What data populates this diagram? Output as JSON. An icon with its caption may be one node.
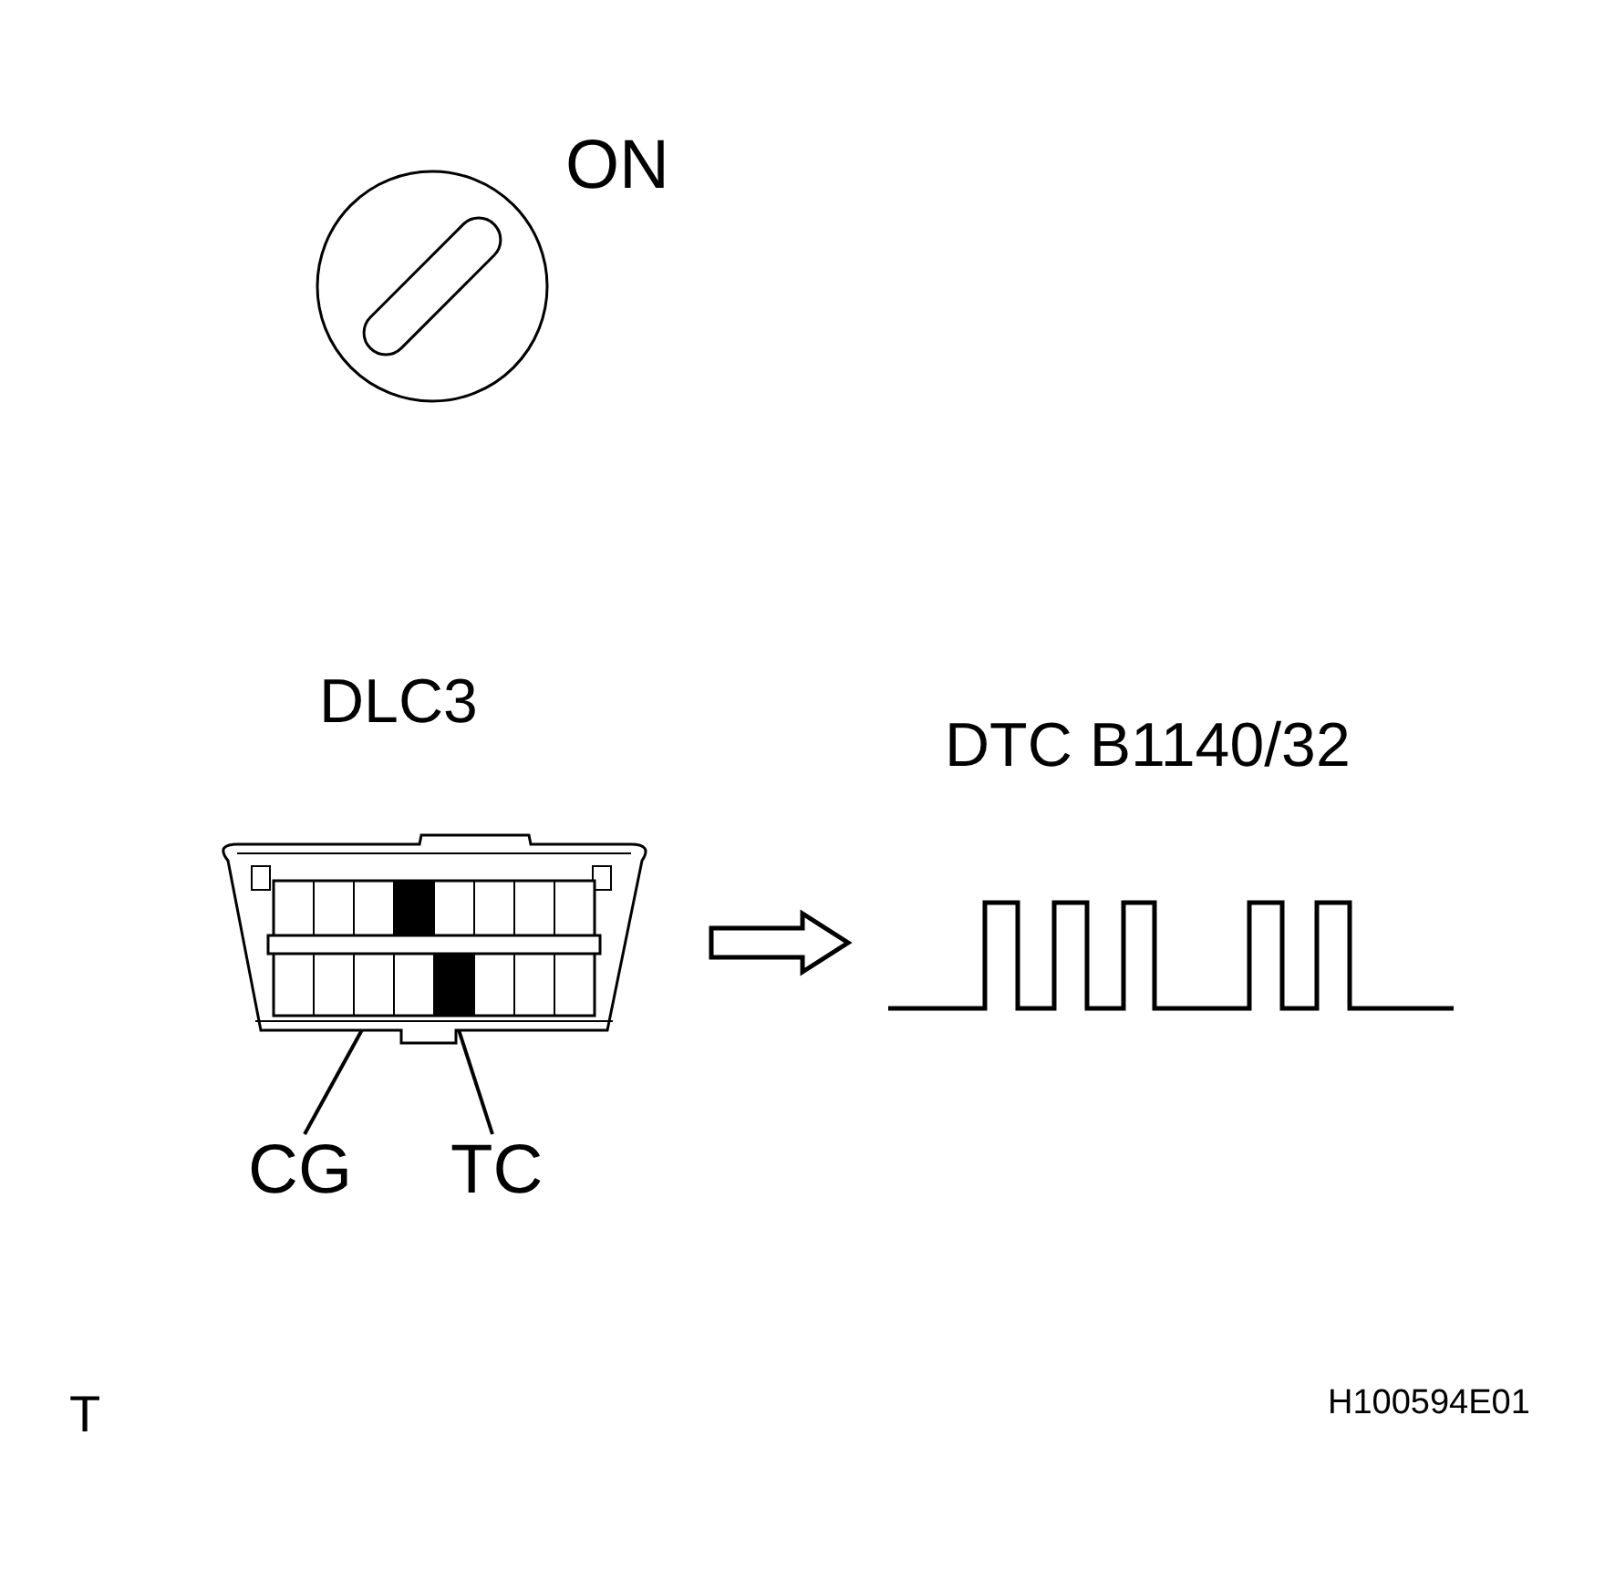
{
  "diagram": {
    "nodes": [
      {
        "text": [
          "DLC3"
        ]
      },
      {
        "text": [
          "DTC B1140/32"
        ]
      },
      {
        "text": [
          "CG"
        ]
      },
      {
        "text": [],
        "shape": "box",
        "in": 0
      },
      {
        "text": [
          "TC"
        ]
      },
      {
        "text": [],
        "shape": "box",
        "in": 0
      }
    ],
    "edges": [
      {
        "from": 0,
        "to": 1,
        "arrow": "to"
      },
      {
        "from": 2,
        "to": 3,
        "arrow": "none"
      },
      {
        "from": 4,
        "to": 5,
        "arrow": "none"
      }
    ],
    "labels": [
      "ON",
      "T",
      "H100594E01"
    ]
  }
}
